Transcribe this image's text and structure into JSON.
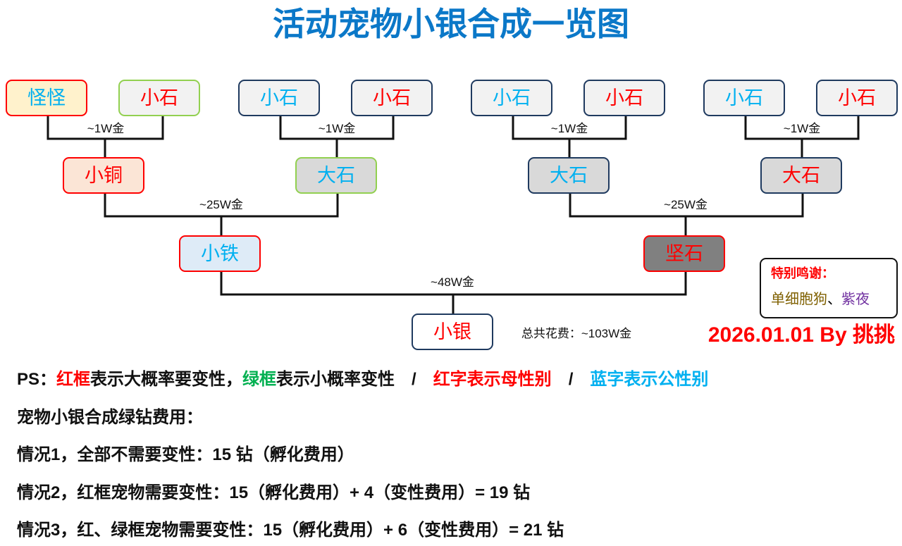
{
  "title": "活动宠物小银合成一览图",
  "row1": [
    {
      "label": "怪怪",
      "color": "#00b0f0",
      "border": "#ff0000",
      "bg": "#fff2cc"
    },
    {
      "label": "小石",
      "color": "#ff0000",
      "border": "#92d050",
      "bg": "#f2f2f2"
    },
    {
      "label": "小石",
      "color": "#00b0f0",
      "border": "#1f3a5f",
      "bg": "#f2f2f2"
    },
    {
      "label": "小石",
      "color": "#ff0000",
      "border": "#1f3a5f",
      "bg": "#f2f2f2"
    },
    {
      "label": "小石",
      "color": "#00b0f0",
      "border": "#1f3a5f",
      "bg": "#f2f2f2"
    },
    {
      "label": "小石",
      "color": "#ff0000",
      "border": "#1f3a5f",
      "bg": "#f2f2f2"
    },
    {
      "label": "小石",
      "color": "#00b0f0",
      "border": "#1f3a5f",
      "bg": "#f2f2f2"
    },
    {
      "label": "小石",
      "color": "#ff0000",
      "border": "#1f3a5f",
      "bg": "#f2f2f2"
    }
  ],
  "row2": [
    {
      "label": "小铜",
      "color": "#ff0000",
      "border": "#ff0000",
      "bg": "#fbe5d6"
    },
    {
      "label": "大石",
      "color": "#00b0f0",
      "border": "#92d050",
      "bg": "#d9d9d9"
    },
    {
      "label": "大石",
      "color": "#00b0f0",
      "border": "#1f3a5f",
      "bg": "#d9d9d9"
    },
    {
      "label": "大石",
      "color": "#ff0000",
      "border": "#1f3a5f",
      "bg": "#d9d9d9"
    }
  ],
  "row3": [
    {
      "label": "小铁",
      "color": "#00b0f0",
      "border": "#ff0000",
      "bg": "#deebf7"
    },
    {
      "label": "坚石",
      "color": "#ff0000",
      "border": "#ff0000",
      "bg": "#808080"
    }
  ],
  "final": {
    "label": "小银",
    "color": "#ff0000",
    "border": "#1f3a5f",
    "bg": "#ffffff"
  },
  "costs": {
    "level1": "~1W金",
    "level2": "~25W金",
    "level3": "~48W金",
    "total": "总共花费：~103W金"
  },
  "thanks": {
    "heading": "特别鸣谢：",
    "name1": "单细胞狗",
    "sep": "、",
    "name2": "紫夜"
  },
  "signature": "2026.01.01 By 挑挑",
  "notes": {
    "ps_prefix": "PS：",
    "ps_red_box": "红框",
    "ps_text1": "表示大概率要变性，",
    "ps_green_box": "绿框",
    "ps_text2": "表示小概率变性",
    "slash1": "/",
    "ps_red_text": "红字表示母性别",
    "slash2": "/",
    "ps_blue_text": "蓝字表示公性别",
    "heading": "宠物小银合成绿钻费用：",
    "case1": "情况1，全部不需要变性：15 钻（孵化费用）",
    "case2": "情况2，红框宠物需要变性：15（孵化费用）+ 4（变性费用）= 19 钻",
    "case3": "情况3，红、绿框宠物需要变性：15（孵化费用）+ 6（变性费用）= 21 钻"
  }
}
